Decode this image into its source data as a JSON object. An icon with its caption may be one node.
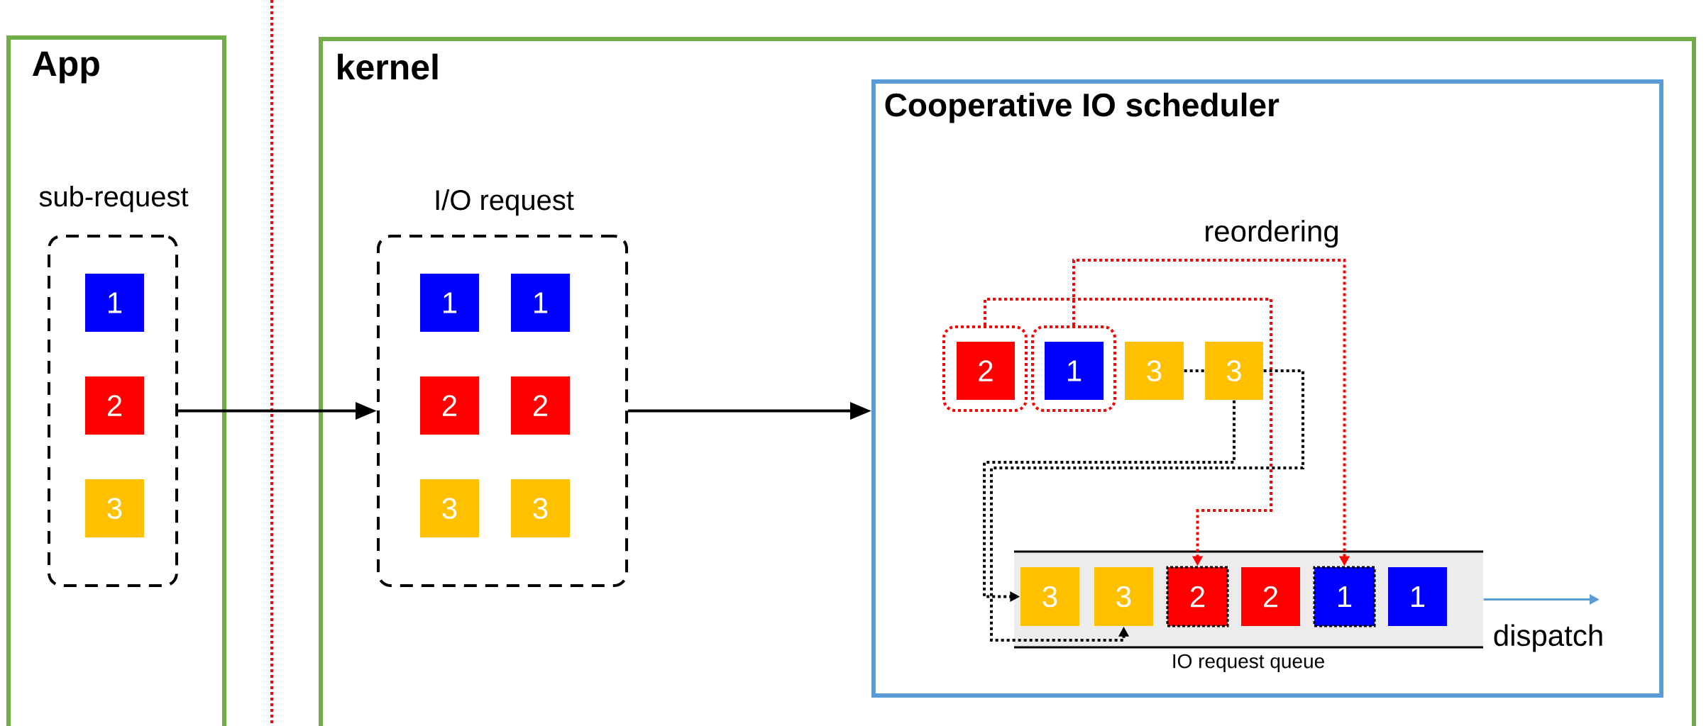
{
  "diagram": {
    "nodes": [
      {
        "text": [
          "App"
        ]
      },
      {
        "text": [
          "sub-request"
        ],
        "in": 0
      },
      {
        "text": [
          "1"
        ],
        "in": 1
      },
      {
        "text": [
          "2"
        ],
        "in": 1
      },
      {
        "text": [
          "3"
        ],
        "in": 1
      },
      {
        "text": [
          "kernel"
        ]
      },
      {
        "text": [
          "I/O request"
        ],
        "in": 5
      },
      {
        "text": [
          "1"
        ],
        "in": 6
      },
      {
        "text": [
          "1"
        ],
        "in": 6
      },
      {
        "text": [
          "2"
        ],
        "in": 6
      },
      {
        "text": [
          "2"
        ],
        "in": 6
      },
      {
        "text": [
          "3"
        ],
        "in": 6
      },
      {
        "text": [
          "3"
        ],
        "in": 6
      },
      {
        "text": [
          "Cooperative IO scheduler",
          "reordering"
        ],
        "in": 5
      },
      {
        "text": [],
        "shape": "box",
        "in": 13
      },
      {
        "text": [
          "2"
        ],
        "in": 14
      },
      {
        "text": [],
        "shape": "box",
        "in": 13
      },
      {
        "text": [
          "1"
        ],
        "in": 16
      },
      {
        "text": [
          "3"
        ],
        "in": 13
      },
      {
        "text": [
          "3"
        ],
        "in": 13
      },
      {
        "text": [
          "IO request queue"
        ],
        "in": 13
      },
      {
        "text": [
          "3"
        ],
        "in": 20
      },
      {
        "text": [
          "3"
        ],
        "in": 20
      },
      {
        "text": [
          "2"
        ],
        "in": 20
      },
      {
        "text": [
          "2"
        ],
        "in": 20
      },
      {
        "text": [
          "1"
        ],
        "in": 20
      },
      {
        "text": [
          "1"
        ],
        "in": 20
      }
    ],
    "edges": [
      {
        "from": 1,
        "to": 6,
        "arrow": "to"
      },
      {
        "from": 6,
        "to": 13,
        "arrow": "to"
      },
      {
        "from": 14,
        "to": 23,
        "arrow": "to",
        "style": "dashed",
        "color": "#ff0000"
      },
      {
        "from": 16,
        "to": 25,
        "arrow": "to",
        "style": "dashed",
        "color": "#ff0000"
      },
      {
        "from": 18,
        "to": 19,
        "arrow": "none",
        "style": "dashed"
      },
      {
        "from": 19,
        "to": 21,
        "arrow": "to",
        "style": "dashed"
      },
      {
        "from": 19,
        "to": 22,
        "arrow": "to",
        "style": "dashed"
      },
      {
        "from": 20,
        "to": null,
        "arrow": "to",
        "label": "dispatch",
        "color": "#5b9bd5"
      }
    ]
  }
}
